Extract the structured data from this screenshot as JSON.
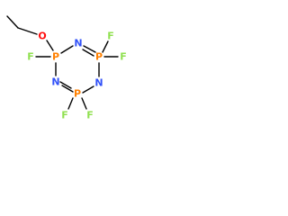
{
  "molecule": {
    "atoms": {
      "o1": {
        "label": "O",
        "color": "#ff0d0d"
      },
      "p1": {
        "label": "P",
        "color": "#ff8000"
      },
      "p2": {
        "label": "P",
        "color": "#ff8000"
      },
      "p3": {
        "label": "P",
        "color": "#ff8000"
      },
      "n1": {
        "label": "N",
        "color": "#3050f8"
      },
      "n2": {
        "label": "N",
        "color": "#3050f8"
      },
      "n3": {
        "label": "N",
        "color": "#3050f8"
      },
      "f1": {
        "label": "F",
        "color": "#90e050"
      },
      "f2": {
        "label": "F",
        "color": "#90e050"
      },
      "f3": {
        "label": "F",
        "color": "#90e050"
      },
      "f4": {
        "label": "F",
        "color": "#90e050"
      },
      "f5": {
        "label": "F",
        "color": "#90e050"
      }
    },
    "bond_color": "#000000"
  }
}
